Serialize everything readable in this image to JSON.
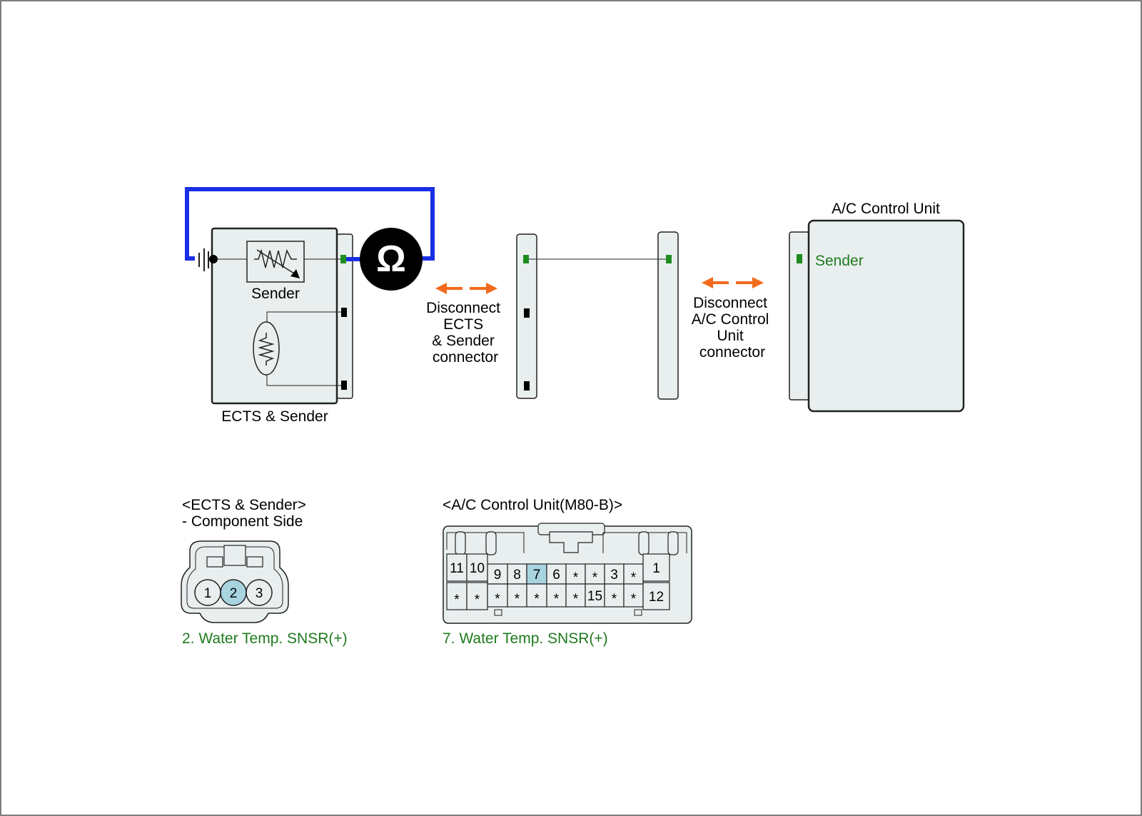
{
  "colors": {
    "panel_fill": "#e9efef",
    "stroke": "#222222",
    "probe_wire": "#1a2ee6",
    "arrow": "#f26a1b",
    "green_text": "#1f7a1f",
    "green_pin": "#1e8c1e",
    "highlight_pin": "#a8d4e0"
  },
  "ects": {
    "title": "ECTS & Sender",
    "sender_label": "Sender"
  },
  "meter": {
    "symbol": "Ω"
  },
  "disconnect_left": {
    "lines": [
      "Disconnect",
      "ECTS",
      "& Sender",
      "connector"
    ]
  },
  "disconnect_right": {
    "lines": [
      "Disconnect",
      "A/C Control",
      "Unit",
      "connector"
    ]
  },
  "ac_unit": {
    "title": "A/C Control Unit",
    "pin_label": "Sender"
  },
  "ects_connector": {
    "title": "<ECTS & Sender>",
    "subtitle": "- Component Side",
    "pins": [
      "1",
      "2",
      "3"
    ],
    "highlighted": "2",
    "caption": "2. Water Temp. SNSR(+)"
  },
  "ac_connector": {
    "title": "<A/C Control Unit(M80-B)>",
    "top_row": [
      "11",
      "10",
      "9",
      "8",
      "7",
      "6",
      "*",
      "*",
      "3",
      "*",
      "1"
    ],
    "bottom_row": [
      "*",
      "*",
      "*",
      "*",
      "*",
      "*",
      "*",
      "15",
      "*",
      "*",
      "12"
    ],
    "highlighted": "7",
    "caption": "7. Water Temp. SNSR(+)"
  }
}
